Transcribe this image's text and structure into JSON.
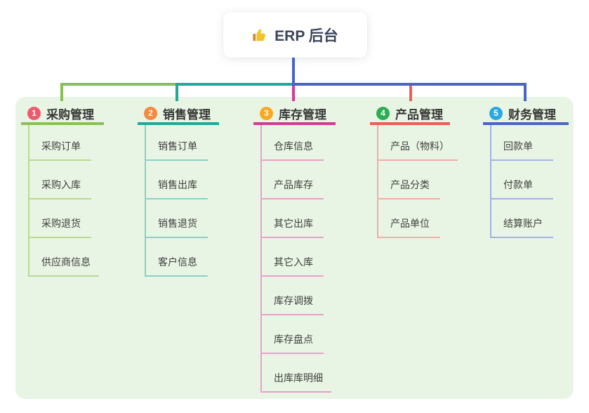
{
  "root": {
    "label": "ERP 后台",
    "icon": "thumbs-up"
  },
  "colors": {
    "panel_bg": "#e9f5e4",
    "root_line": "#4a63c8",
    "root_text": "#3a445c",
    "child_text": "#3f3f3f",
    "branches": [
      {
        "main": "#88c057",
        "light": "#b7da90",
        "badge": "#ee5a6b"
      },
      {
        "main": "#1fa99c",
        "light": "#88d1c9",
        "badge": "#f6883f"
      },
      {
        "main": "#d23b94",
        "light": "#eb9ecb",
        "badge": "#f9a825"
      },
      {
        "main": "#f05c56",
        "light": "#f8aba6",
        "badge": "#2ead52"
      },
      {
        "main": "#4a63c8",
        "light": "#a3b2e3",
        "badge": "#29a9e1"
      }
    ]
  },
  "branches": [
    {
      "number": "1",
      "label": "采购管理",
      "children": [
        "采购订单",
        "采购入库",
        "采购退货",
        "供应商信息"
      ]
    },
    {
      "number": "2",
      "label": "销售管理",
      "children": [
        "销售订单",
        "销售出库",
        "销售退货",
        "客户信息"
      ]
    },
    {
      "number": "3",
      "label": "库存管理",
      "children": [
        "仓库信息",
        "产品库存",
        "其它出库",
        "其它入库",
        "库存调拨",
        "库存盘点",
        "出库库明细"
      ]
    },
    {
      "number": "4",
      "label": "产品管理",
      "children": [
        "产品（物料）",
        "产品分类",
        "产品单位"
      ]
    },
    {
      "number": "5",
      "label": "财务管理",
      "children": [
        "回款单",
        "付款单",
        "结算账户"
      ]
    }
  ]
}
